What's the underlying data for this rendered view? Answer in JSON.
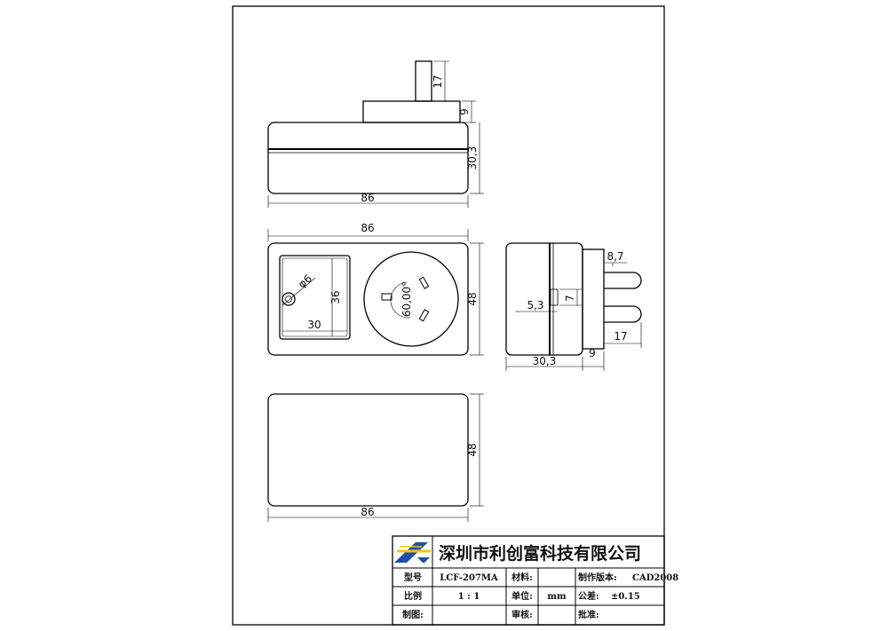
{
  "dimensions": {
    "top_pin_height": "17",
    "top_base_height": "9",
    "top_body_height": "30,3",
    "top_body_width": "86",
    "front_width": "86",
    "front_height": "48",
    "hole_diameter": "φ6",
    "inner_height": "36",
    "inner_width": "30",
    "socket_angle": "60,00°",
    "side_pin_spacing": "8,7",
    "side_offset": "5,3",
    "side_slot": "7",
    "side_pin_length": "17",
    "side_body_depth": "30,3",
    "side_base_depth": "9",
    "back_height": "48",
    "back_width": "86"
  },
  "title_block": {
    "company": "深圳市利创富科技有限公司",
    "model_label": "型号",
    "model_value": "LCF-207MA",
    "material_label": "材料:",
    "material_value": "",
    "version_label": "制作版本:",
    "version_value": "CAD2008",
    "scale_label": "比例",
    "scale_value": "1 : 1",
    "unit_label": "单位:",
    "unit_value": "mm",
    "tolerance_label": "公差:",
    "tolerance_value": "±0.15",
    "drawn_label": "制图:",
    "drawn_value": "",
    "checked_label": "审核:",
    "checked_value": "",
    "approved_label": "批准:",
    "approved_value": ""
  }
}
